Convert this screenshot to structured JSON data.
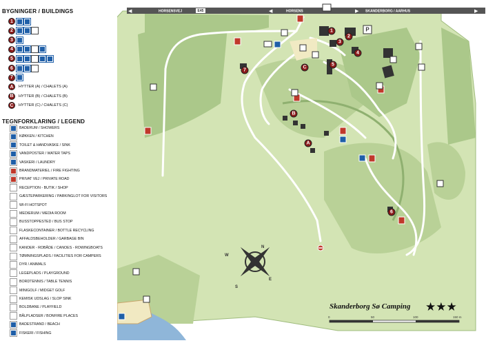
{
  "buildings": {
    "title": "BYGNINGER / BUILDINGS",
    "rows": [
      {
        "marker": "1",
        "label": ""
      },
      {
        "marker": "2",
        "label": ""
      },
      {
        "marker": "3",
        "label": ""
      },
      {
        "marker": "4",
        "label": ""
      },
      {
        "marker": "5",
        "label": ""
      },
      {
        "marker": "6",
        "label": ""
      },
      {
        "marker": "7",
        "label": ""
      },
      {
        "marker": "A",
        "label": "HYTTER (A) / CHALETS (A)"
      },
      {
        "marker": "B",
        "label": "HYTTER (B) / CHALETS (B)"
      },
      {
        "marker": "C",
        "label": "HYTTER (C) / CHALETS (C)"
      }
    ]
  },
  "legend": {
    "title": "TEGNFORKLARING / LEGEND",
    "items": [
      {
        "label": "BADERUM / SHOWERS",
        "color": "#1f5fa8",
        "icon": "shower-icon"
      },
      {
        "label": "KØKKEN / KITCHEN",
        "color": "#1f5fa8",
        "icon": "kitchen-icon"
      },
      {
        "label": "TOILET & HANDVASKE / SINK",
        "color": "#1f5fa8",
        "icon": "toilet-icon"
      },
      {
        "label": "VANDPOSTER / WATER TAPS",
        "color": "#1f5fa8",
        "icon": "water-tap-icon"
      },
      {
        "label": "VASKERI / LAUNDRY",
        "color": "#1f5fa8",
        "icon": "laundry-icon"
      },
      {
        "label": "BRANDMATERIEL / FIRE FIGHTING",
        "color": "#c0392b",
        "icon": "fire-extinguisher-icon"
      },
      {
        "label": "PRIVAT VEJ / PRIVATE ROAD",
        "color": "#c0392b",
        "icon": "no-entry-icon"
      },
      {
        "label": "RECEPTION - BUTIK / SHOP",
        "color": "#ffffff",
        "icon": "info-icon"
      },
      {
        "label": "GÆSTEPARKERING / PARKINGLOT FOR VISITORS",
        "color": "#ffffff",
        "icon": "parking-icon"
      },
      {
        "label": "WI-FI HOTSPOT",
        "color": "#ffffff",
        "icon": "wifi-icon"
      },
      {
        "label": "MEDIERUM / MEDIA ROOM",
        "color": "#ffffff",
        "icon": "tv-icon"
      },
      {
        "label": "BUSSTOPPESTED / BUS STOP",
        "color": "#ffffff",
        "icon": "bus-icon"
      },
      {
        "label": "FLASKECONTAINER / BOTTLE RECYCLING",
        "color": "#ffffff",
        "icon": "bottle-icon"
      },
      {
        "label": "AFFALDSBEHOLDER / GARBAGE BIN",
        "color": "#ffffff",
        "icon": "garbage-icon"
      },
      {
        "label": "KANOER - ROBÅDE / CANOES - ROWINGBOATS",
        "color": "#ffffff",
        "icon": "canoe-icon"
      },
      {
        "label": "TØMNINGSPLADS / FACILITIES FOR CAMPERS",
        "color": "#ffffff",
        "icon": "camper-icon"
      },
      {
        "label": "DYR / ANIMALS",
        "color": "#ffffff",
        "icon": "animal-icon"
      },
      {
        "label": "LEGEPLADS / PLAYGROUND",
        "color": "#ffffff",
        "icon": "playground-icon"
      },
      {
        "label": "BORDTENNIS / TABLE TENNIS",
        "color": "#ffffff",
        "icon": "table-tennis-icon"
      },
      {
        "label": "MINIGOLF / MIDGET GOLF",
        "color": "#ffffff",
        "icon": "minigolf-icon"
      },
      {
        "label": "KEMISK UDSLAG / SLOP SINK",
        "color": "#ffffff",
        "icon": "slop-sink-icon"
      },
      {
        "label": "BOLDBANE / PLAYFIELD",
        "color": "#ffffff",
        "icon": "ball-icon"
      },
      {
        "label": "BÅLPLADSER / BONFIRE PLACES",
        "color": "#ffffff",
        "icon": "bonfire-icon"
      },
      {
        "label": "BADESTRAND / BEACH",
        "color": "#1f5fa8",
        "icon": "swimmer-icon"
      },
      {
        "label": "FISKERI / FISHING",
        "color": "#1f5fa8",
        "icon": "fish-icon"
      }
    ]
  },
  "roads": {
    "west": "HORSENSVEJ",
    "route_number": "E45",
    "middle": "HORSENS",
    "east": "SKANDERBORG / AARHUS"
  },
  "map_title": "Skanderborg Sø Camping",
  "stars": "★★★",
  "scale": {
    "ticks": [
      "0",
      "50",
      "100",
      "150 m"
    ]
  },
  "compass": {
    "n": "N",
    "s": "S",
    "e": "E",
    "w": "W"
  },
  "parking_marker": "P",
  "colors": {
    "grass": "#d3e4b4",
    "grass_dark": "#abc88a",
    "path": "#ffffff",
    "building": "#333333",
    "marker": "#8b1a1a",
    "fire": "#c0392b",
    "water": "#8fb6d9"
  }
}
